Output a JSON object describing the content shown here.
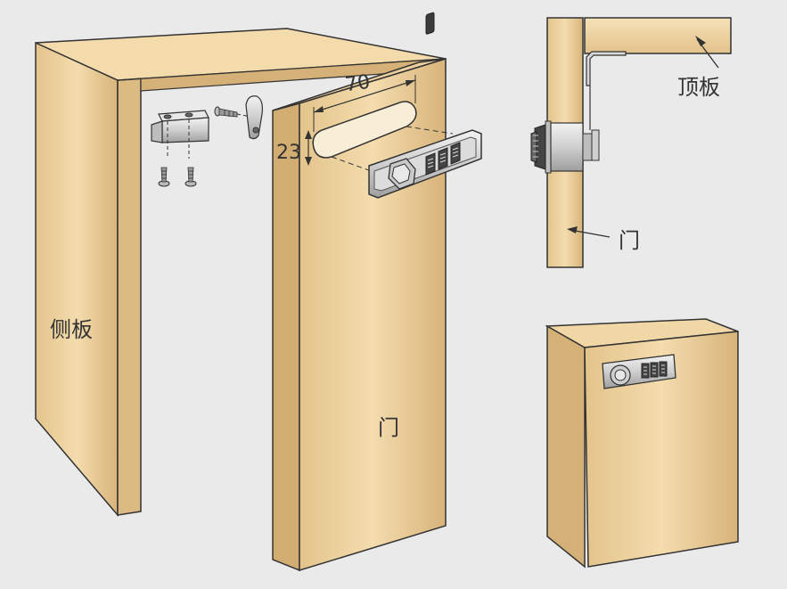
{
  "labels": {
    "side_panel": "侧板",
    "door_main": "门",
    "door_side_view": "门",
    "top_panel": "顶板"
  },
  "dimensions": {
    "width": "70",
    "height": "23"
  },
  "lock_digits": [
    "",
    "",
    ""
  ],
  "colors": {
    "background": "#eaeaea",
    "wood_light": "#f5deb0",
    "wood_dark": "#d9b77e",
    "outline": "#333333",
    "metal": "#cfcfcf"
  }
}
